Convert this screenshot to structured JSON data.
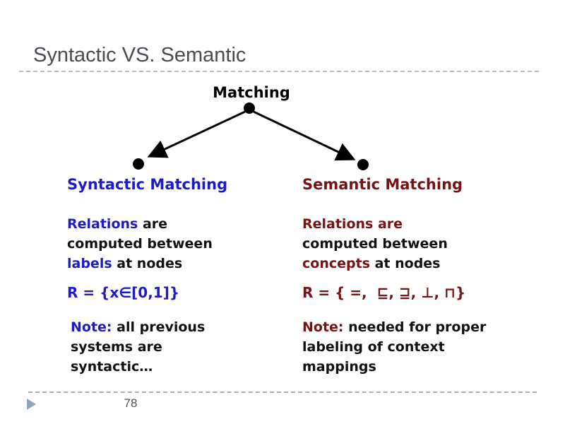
{
  "title": "Syntactic VS. Semantic",
  "page_number": "78",
  "colors": {
    "syntactic_blue": "#1b1bc8",
    "semantic_maroon": "#751315",
    "body_black": "#111111",
    "title_gray": "#4a4a52",
    "triangle_blue_gray": "#8da6bd"
  },
  "diagram": {
    "root_label": "Matching"
  },
  "left_column": {
    "header": "Syntactic Matching",
    "body_line1_keyword": "Relations",
    "body_line1_rest": " are",
    "body_line2": "computed between",
    "body_line3_keyword": "labels",
    "body_line3_rest": " at nodes",
    "formula": "R = {x∈[0,1]}",
    "note_label": "Note:",
    "note_line1_rest": " all previous",
    "note_line2": "systems are",
    "note_line3": "syntactic…"
  },
  "right_column": {
    "header": "Semantic Matching",
    "body_line1_keyword": "Relations are",
    "body_line2": "computed between",
    "body_line3_keyword": "concepts",
    "body_line3_rest": " at nodes",
    "formula": "R = { =,  ⊑, ⊒, ⊥, ⊓}",
    "note_label": "Note:",
    "note_line1_rest": " needed for proper",
    "note_line2": "labeling of context",
    "note_line3": "mappings"
  }
}
